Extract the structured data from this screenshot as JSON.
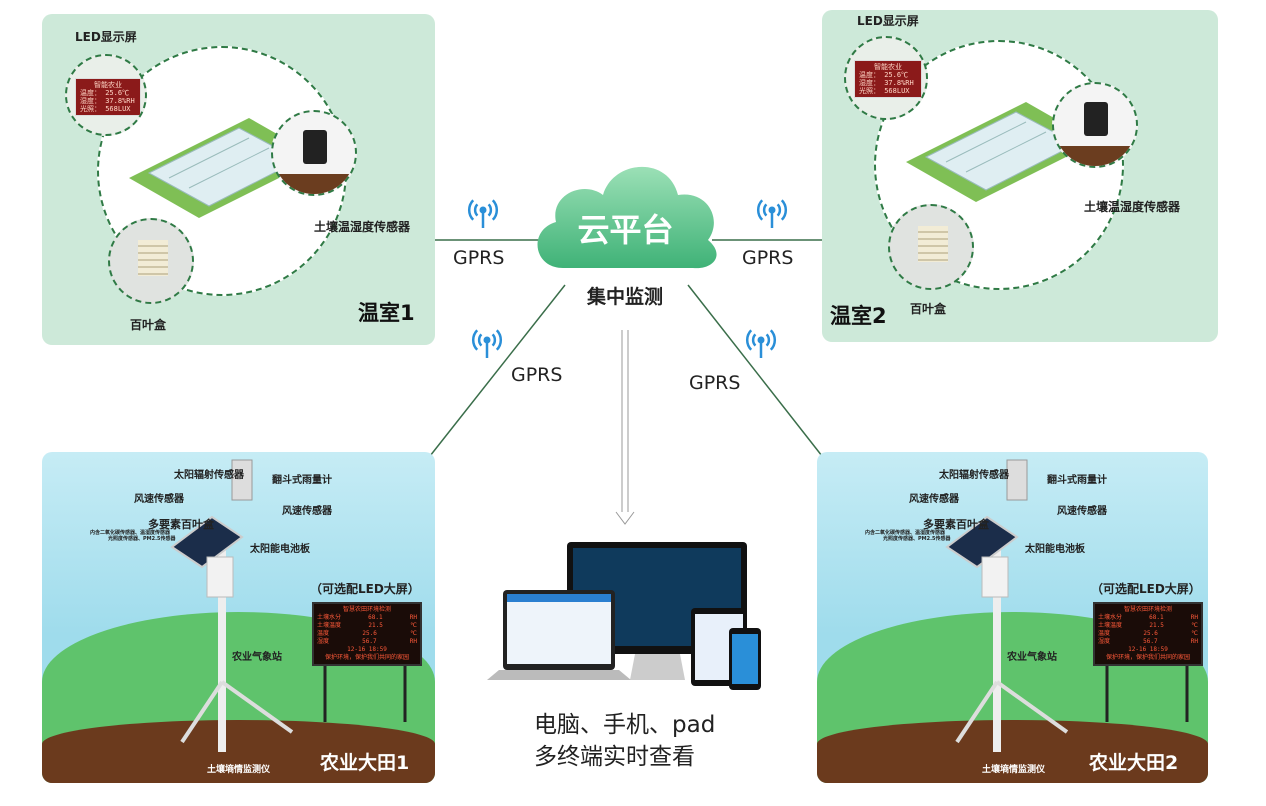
{
  "greenhouses": [
    {
      "title": "温室1",
      "led_label": "LED显示屏",
      "sensor_label": "土壤温湿度传感器",
      "box_label": "百叶盒"
    },
    {
      "title": "温室2",
      "led_label": "LED显示屏",
      "sensor_label": "土壤温湿度传感器",
      "box_label": "百叶盒"
    }
  ],
  "greenhouse_led": {
    "title": "智能农业",
    "rows": [
      "温度： 25.6℃",
      "湿度： 37.8%RH",
      "光照： 568LUX"
    ]
  },
  "cloud": {
    "label": "云平台",
    "caption": "集中监测"
  },
  "links": [
    "GPRS",
    "GPRS",
    "GPRS",
    "GPRS"
  ],
  "fields": [
    {
      "title": "农业大田1"
    },
    {
      "title": "农业大田2"
    }
  ],
  "station": {
    "radiation": "太阳辐射传感器",
    "rain": "翻斗式雨量计",
    "wind_speed_left": "风速传感器",
    "wind_speed_right": "风速传感器",
    "louver": "多要素百叶盒",
    "louver_note1": "内含二氧化碳传感器、温湿度传感器",
    "louver_note2": "光照度传感器、PM2.5传感器",
    "solar": "太阳能电池板",
    "station_name": "农业气象站",
    "soil": "土壤墒情监测仪",
    "led_option": "（可选配LED大屏）"
  },
  "field_led": {
    "title": "智慧农田环境检测",
    "rows": [
      [
        "土壤水分",
        "68.1",
        "RH"
      ],
      [
        "土壤温度",
        "21.5",
        "℃"
      ],
      [
        "温度",
        "25.6",
        "℃"
      ],
      [
        "湿度",
        "56.7",
        "RH"
      ]
    ],
    "time": "12-16 18:59",
    "slogan": "保护环境，保护我们共同的家园"
  },
  "terminals": {
    "line1": "电脑、手机、pad",
    "line2": "多终端实时查看"
  },
  "colors": {
    "panel": "#cde9d9",
    "line": "#3a6e4a",
    "cloud": "#5cc48a",
    "wifi": "#2a8fd8"
  }
}
